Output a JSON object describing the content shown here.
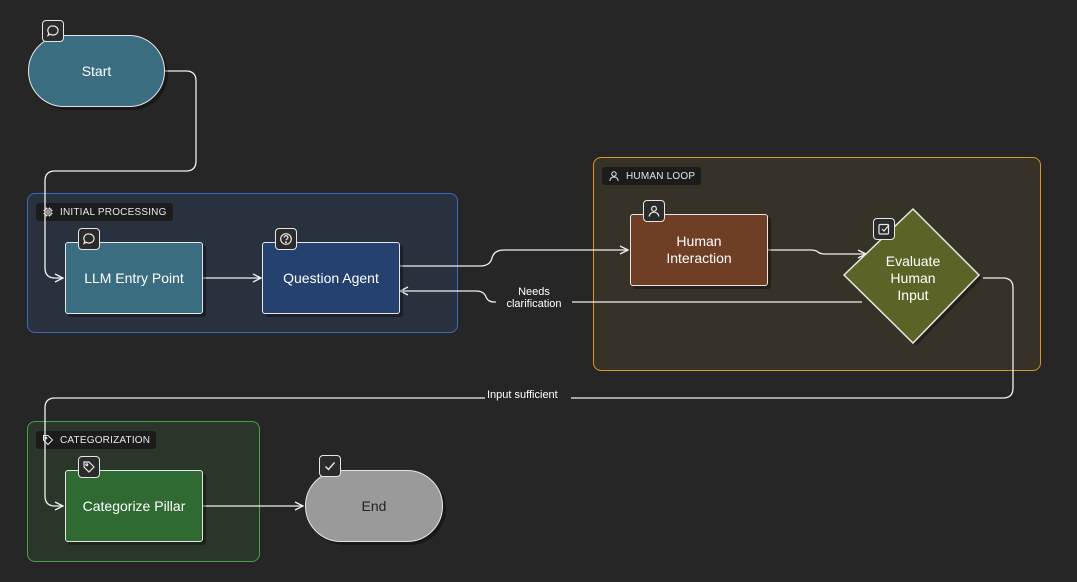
{
  "groups": {
    "initial": {
      "label": "INITIAL PROCESSING",
      "icon": "cpu-icon",
      "color": "#3a6bc4"
    },
    "human": {
      "label": "HUMAN LOOP",
      "icon": "user-icon",
      "color": "#d8952e"
    },
    "categorization": {
      "label": "CATEGORIZATION",
      "icon": "tag-icon",
      "color": "#4aa04a"
    }
  },
  "nodes": {
    "start": {
      "label": "Start",
      "icon": "chat-bubble-icon",
      "color": "#3b6d80"
    },
    "llm_entry": {
      "label": "LLM Entry Point",
      "icon": "chat-bubble-icon",
      "color": "#3b6d80"
    },
    "question_agent": {
      "label": "Question Agent",
      "icon": "question-circle-icon",
      "color": "#24416f"
    },
    "human_interaction": {
      "line1": "Human",
      "line2": "Interaction",
      "icon": "user-icon",
      "color": "#6e3e25"
    },
    "evaluate": {
      "line1": "Evaluate",
      "line2": "Human",
      "line3": "Input",
      "icon": "check-square-icon",
      "color": "#5b6426"
    },
    "categorize": {
      "label": "Categorize Pillar",
      "icon": "tag-icon",
      "color": "#2f6a33"
    },
    "end": {
      "label": "End",
      "icon": "check-icon",
      "color": "#9a9a9a"
    }
  },
  "edges": {
    "needs_clarification": {
      "line1": "Needs",
      "line2": "clarification"
    },
    "input_sufficient": {
      "label": "Input sufficient"
    }
  }
}
